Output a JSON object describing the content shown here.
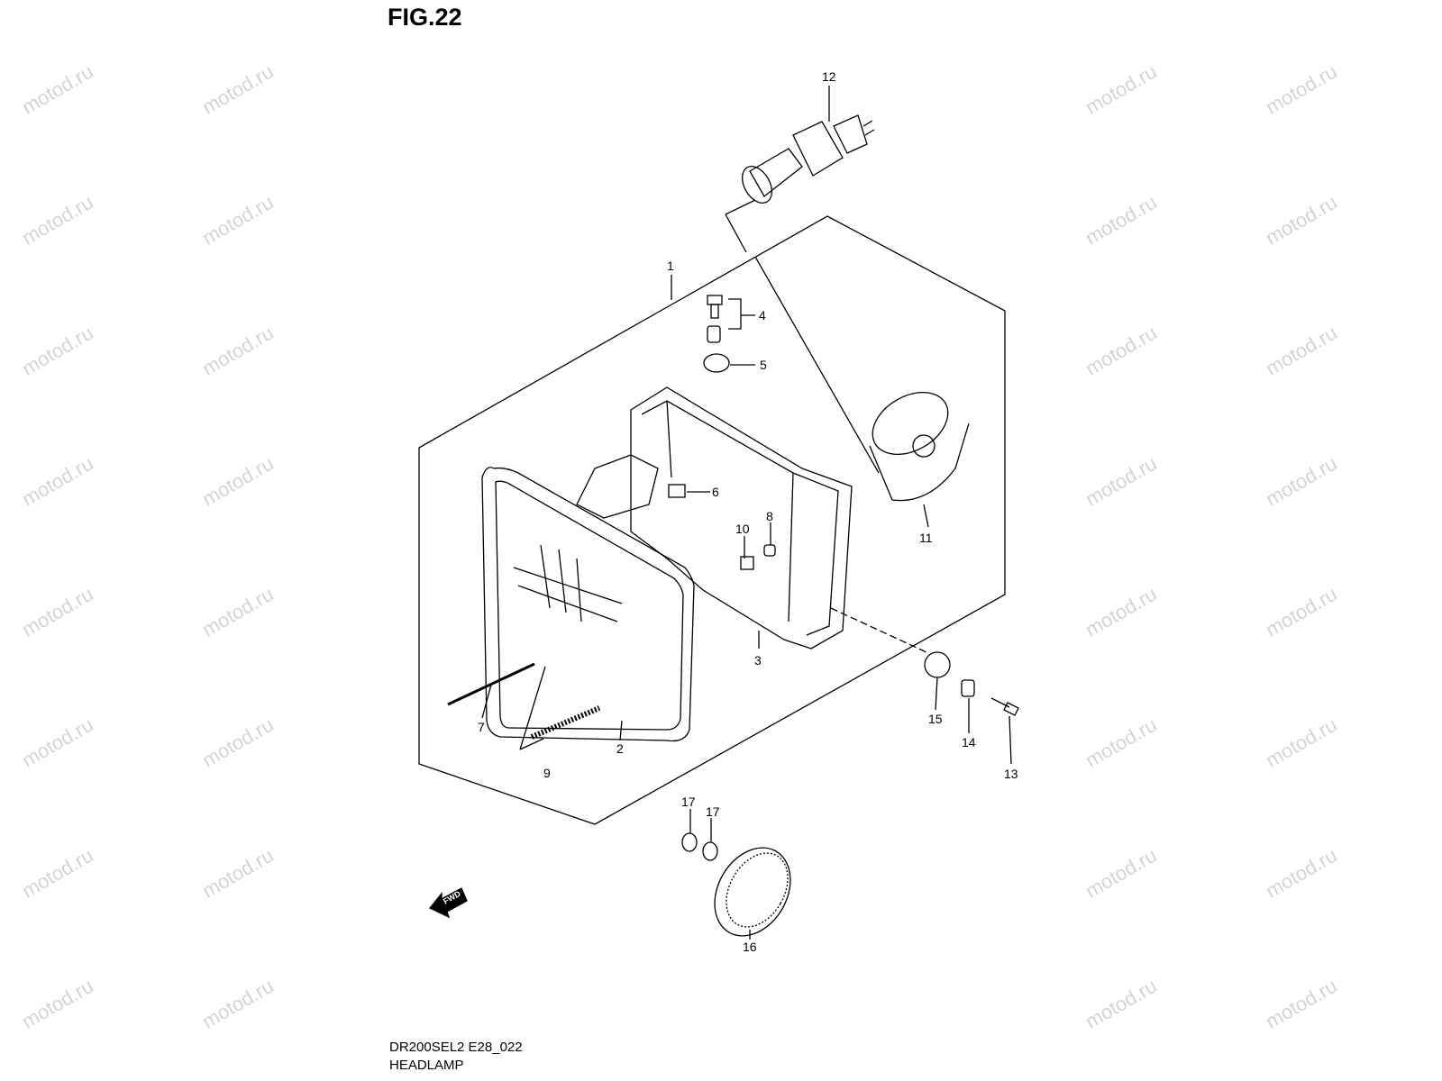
{
  "figure_title": "FIG.22",
  "watermark": "motod.ru",
  "model_code": "DR200SEL2 E28_022",
  "section_name": "HEADLAMP",
  "fwd_label": "FWD",
  "callouts": [
    "1",
    "2",
    "3",
    "4",
    "5",
    "6",
    "7",
    "8",
    "9",
    "10",
    "11",
    "12",
    "13",
    "14",
    "15",
    "16",
    "17",
    "17"
  ]
}
